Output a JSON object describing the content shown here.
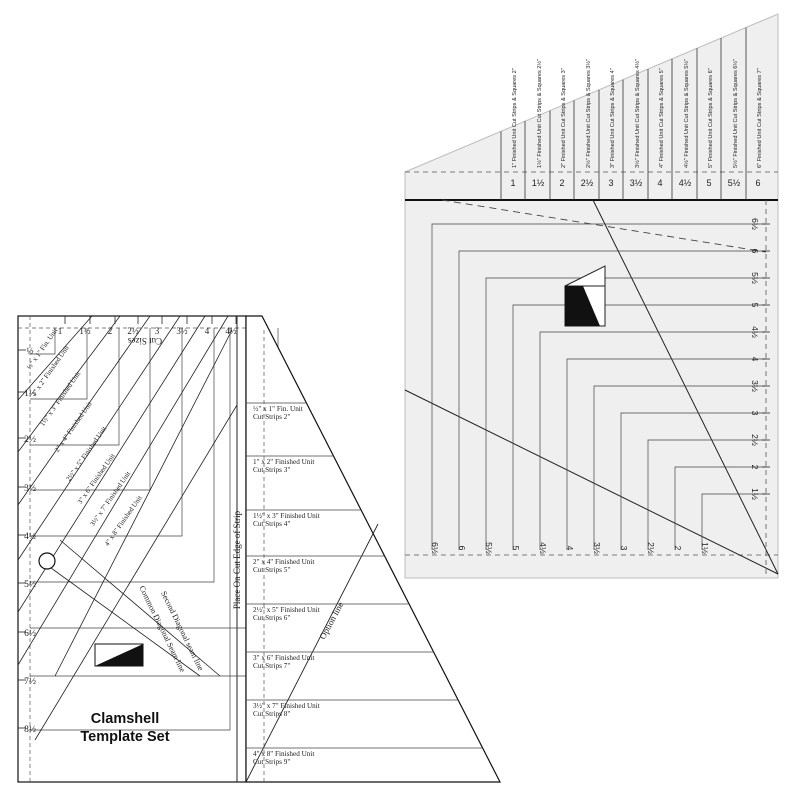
{
  "left_template": {
    "title_line1": "Clamshell",
    "title_line2": "Template Set",
    "top_ruler": [
      "1",
      "1½",
      "2",
      "2½",
      "3",
      "3½",
      "4",
      "4½"
    ],
    "cut_sizes_label": "Cut Sizes",
    "side_ruler": [
      "½",
      "1½",
      "2½",
      "3½",
      "4½",
      "5½",
      "6½",
      "7½",
      "8½"
    ],
    "finished_units": [
      "½\" x 1\" Fin. Unit",
      "1\" x 2\" Finished Unit",
      "1½\" x 3\" Finished Unit",
      "2\" x 4\" Finished Unit",
      "2½\" x 5\" Finished Unit",
      "3\" x 6\" Finished Unit",
      "3½\" x 7\" Finished Unit",
      "4\" x 8\" Finished Unit"
    ],
    "seam_lines": [
      "Common Diagonal Seam line",
      "Second Diagonal seam line"
    ],
    "place_label": "Place On Cut Edge of Strip",
    "strip_labels": [
      {
        "unit": "½\" x 1\" Fin. Unit",
        "strip": "Cut Strips 2\""
      },
      {
        "unit": "1\" x 2\" Finished Unit",
        "strip": "Cut Strips 3\""
      },
      {
        "unit": "1½\" x 3\" Finished Unit",
        "strip": "Cut Strips 4\""
      },
      {
        "unit": "2\" x 4\" Finished Unit",
        "strip": "Cut Strips 5\""
      },
      {
        "unit": "2½\" x 5\" Finished Unit",
        "strip": "Cut Strips 6\""
      },
      {
        "unit": "3\" x 6\" Finished Unit",
        "strip": "Cut Strips 7\""
      },
      {
        "unit": "3½\" x 7\" Finished Unit",
        "strip": "Cut Strips 8\""
      },
      {
        "unit": "4\" x 8\" Finished Unit",
        "strip": "Cut Strips 9\""
      }
    ],
    "option_line": "Option line"
  },
  "right_template": {
    "columns": [
      {
        "num": "1",
        "label": "1\" Finished Unit Cut Strips & Squares 2\""
      },
      {
        "num": "1½",
        "label": "1½\" Finished Unit Cut Strips & Squares 2½\""
      },
      {
        "num": "2",
        "label": "2\" Finished Unit Cut Strips & Squares 3\""
      },
      {
        "num": "2½",
        "label": "2½\" Finished Unit Cut Strips & Squares 3½\""
      },
      {
        "num": "3",
        "label": "3\" Finished Unit Cut Strips & Squares 4\""
      },
      {
        "num": "3½",
        "label": "3½\" Finished Unit Cut Strips & Squares 4½\""
      },
      {
        "num": "4",
        "label": "4\" Finished Unit Cut Strips & Squares 5\""
      },
      {
        "num": "4½",
        "label": "4½\" Finished Unit Cut Strips & Squares 5½\""
      },
      {
        "num": "5",
        "label": "5\" Finished Unit Cut Strips & Squares 6\""
      },
      {
        "num": "5½",
        "label": "5½\" Finished Unit Cut Strips & Squares 6½\""
      },
      {
        "num": "6",
        "label": "6\" Finished Unit Cut Strips & Squares 7\""
      }
    ],
    "side_ruler": [
      "6½",
      "6",
      "5½",
      "5",
      "4½",
      "4",
      "3½",
      "3",
      "2½",
      "2",
      "1½"
    ],
    "bottom_ruler": [
      "6½",
      "6",
      "5½",
      "5",
      "4½",
      "4",
      "3½",
      "3",
      "2½",
      "2",
      "1½"
    ]
  }
}
